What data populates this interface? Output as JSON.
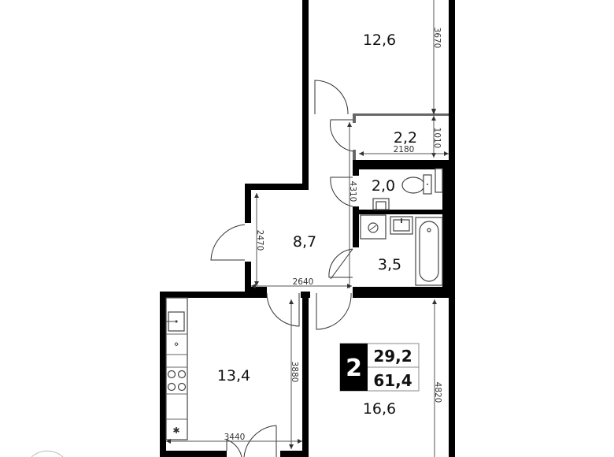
{
  "plan": {
    "rooms": [
      {
        "id": "bedroom-top",
        "area": "12,6"
      },
      {
        "id": "storage",
        "area": "2,2"
      },
      {
        "id": "toilet",
        "area": "2,0"
      },
      {
        "id": "hallway",
        "area": "8,7"
      },
      {
        "id": "bathroom",
        "area": "3,5"
      },
      {
        "id": "kitchen",
        "area": "13,4"
      },
      {
        "id": "bedroom-bottom",
        "area": "16,6"
      }
    ],
    "dimensions": {
      "bedroom_top_length": "3670",
      "storage_depth": "1010",
      "storage_width": "2180",
      "corridor_length": "4310",
      "hallway_height": "2470",
      "hallway_width": "2640",
      "kitchen_length": "3880",
      "kitchen_width": "3440",
      "bedroom_bottom_length": "4820"
    },
    "badge": {
      "rooms_count": "2",
      "living_area": "29,2",
      "total_area": "61,4"
    }
  }
}
